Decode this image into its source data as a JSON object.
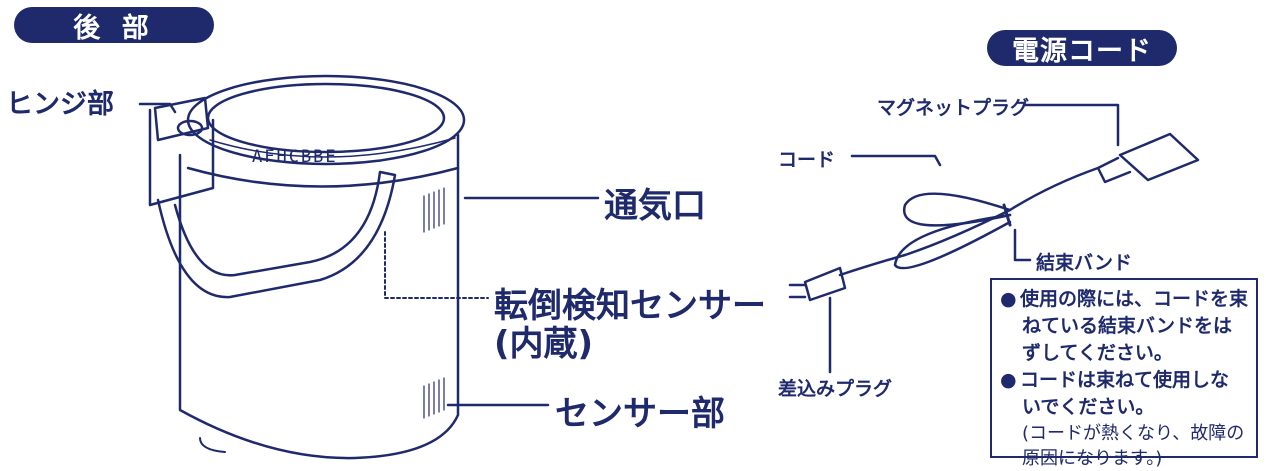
{
  "badges": {
    "rear": "後 部",
    "power_cord": "電源コード"
  },
  "labels": {
    "hinge": "ヒンジ部",
    "vent": "通気口",
    "tip_sensor": "転倒検知センサー",
    "tip_sensor_note": "(内蔵)",
    "sensor": "センサー部",
    "magnet_plug": "マグネットプラグ",
    "cord": "コード",
    "binding_band": "結束バンド",
    "plug": "差込みプラグ"
  },
  "body_text": "AFHCBBE",
  "notes": [
    {
      "bullet": "●",
      "text": "使用の際には、コードを束ねている結束バンドをはずしてください。"
    },
    {
      "bullet": "●",
      "text": "コードは束ねて使用しないでください。",
      "sub": "(コードが熱くなり、故障の原因になります。)"
    }
  ],
  "colors": {
    "ink": "#1f2a6d",
    "background": "#ffffff"
  }
}
